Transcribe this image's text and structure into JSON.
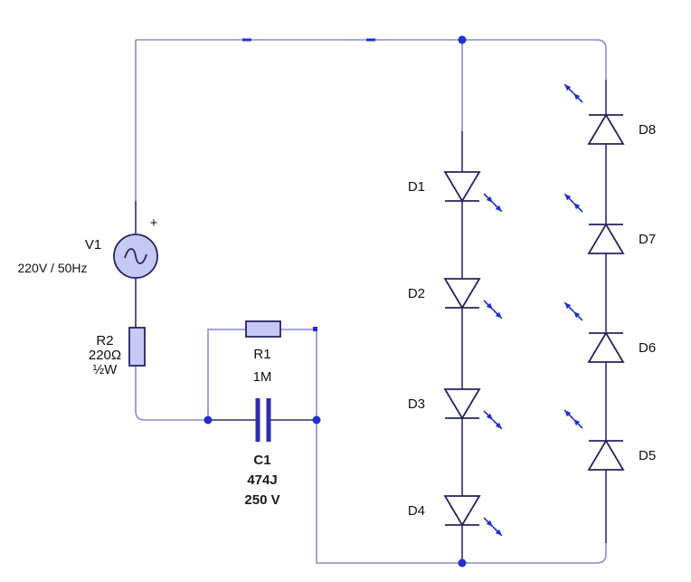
{
  "source": {
    "ref": "V1",
    "value": "220V / 50Hz",
    "polarity": "+"
  },
  "resistor_series": {
    "ref": "R2",
    "value": "220Ω",
    "power": "½W"
  },
  "resistor_bleed": {
    "ref": "R1",
    "value": "1M"
  },
  "capacitor": {
    "ref": "C1",
    "code": "474J",
    "voltage": "250 V"
  },
  "leds_left": [
    "D1",
    "D2",
    "D3",
    "D4"
  ],
  "leds_right": [
    "D8",
    "D7",
    "D6",
    "D5"
  ],
  "colors": {
    "wire": "#8a8ccf",
    "component": "#23255f",
    "junction": "#1f2fd0"
  }
}
